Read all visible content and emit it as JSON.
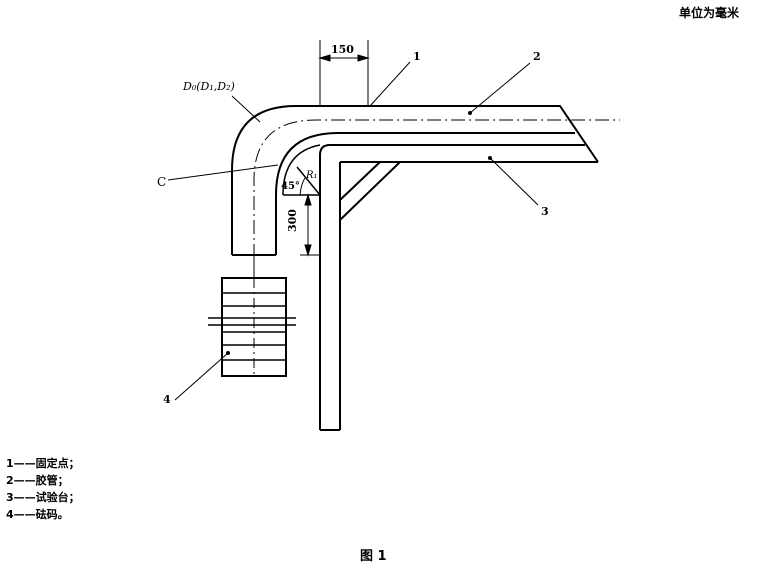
{
  "unit_note": "单位为毫米",
  "diagram": {
    "labels": {
      "hose_diameter": "D₀(D₁,D₂)",
      "radius": "R₁",
      "angle": "45°",
      "point_c": "C",
      "dim_top": "150",
      "dim_side": "300",
      "callout_1": "1",
      "callout_2": "2",
      "callout_3": "3",
      "callout_4": "4"
    }
  },
  "legend": [
    {
      "num": "1",
      "text": "——固定点；"
    },
    {
      "num": "2",
      "text": "——胶管；"
    },
    {
      "num": "3",
      "text": "——试验台；"
    },
    {
      "num": "4",
      "text": "——砝码。"
    }
  ],
  "caption": "图 1"
}
